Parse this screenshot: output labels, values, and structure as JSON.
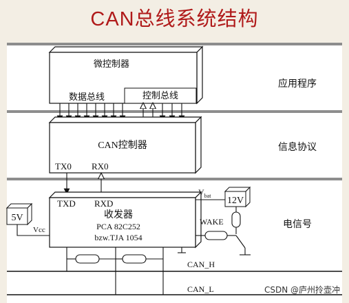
{
  "title": "CAN总线系统结构",
  "layers": {
    "application": "应用程序",
    "protocol": "信息协议",
    "electrical": "电信号"
  },
  "blocks": {
    "mcu": "微控制器",
    "data_bus": "数据总线",
    "control_bus": "控制总线",
    "can_controller": "CAN控制器",
    "tx0": "TX0",
    "rx0": "RX0",
    "txd": "TXD",
    "rxd": "RXD",
    "transceiver": "收发器",
    "pca": "PCA 82C252",
    "tja": "bzw.TJA 1054",
    "vbat": "V",
    "vbat_sub": "bat",
    "wake": "WAKE",
    "battery": "12V",
    "supply": "5V",
    "vcc": "Vcc",
    "can_h": "CAN_H",
    "can_l": "CAN_L"
  },
  "watermark": "CSDN @庐州拎壶冲",
  "colors": {
    "title": "#b01a1a",
    "layer_band": "#8d8d8d",
    "line": "#111111"
  }
}
